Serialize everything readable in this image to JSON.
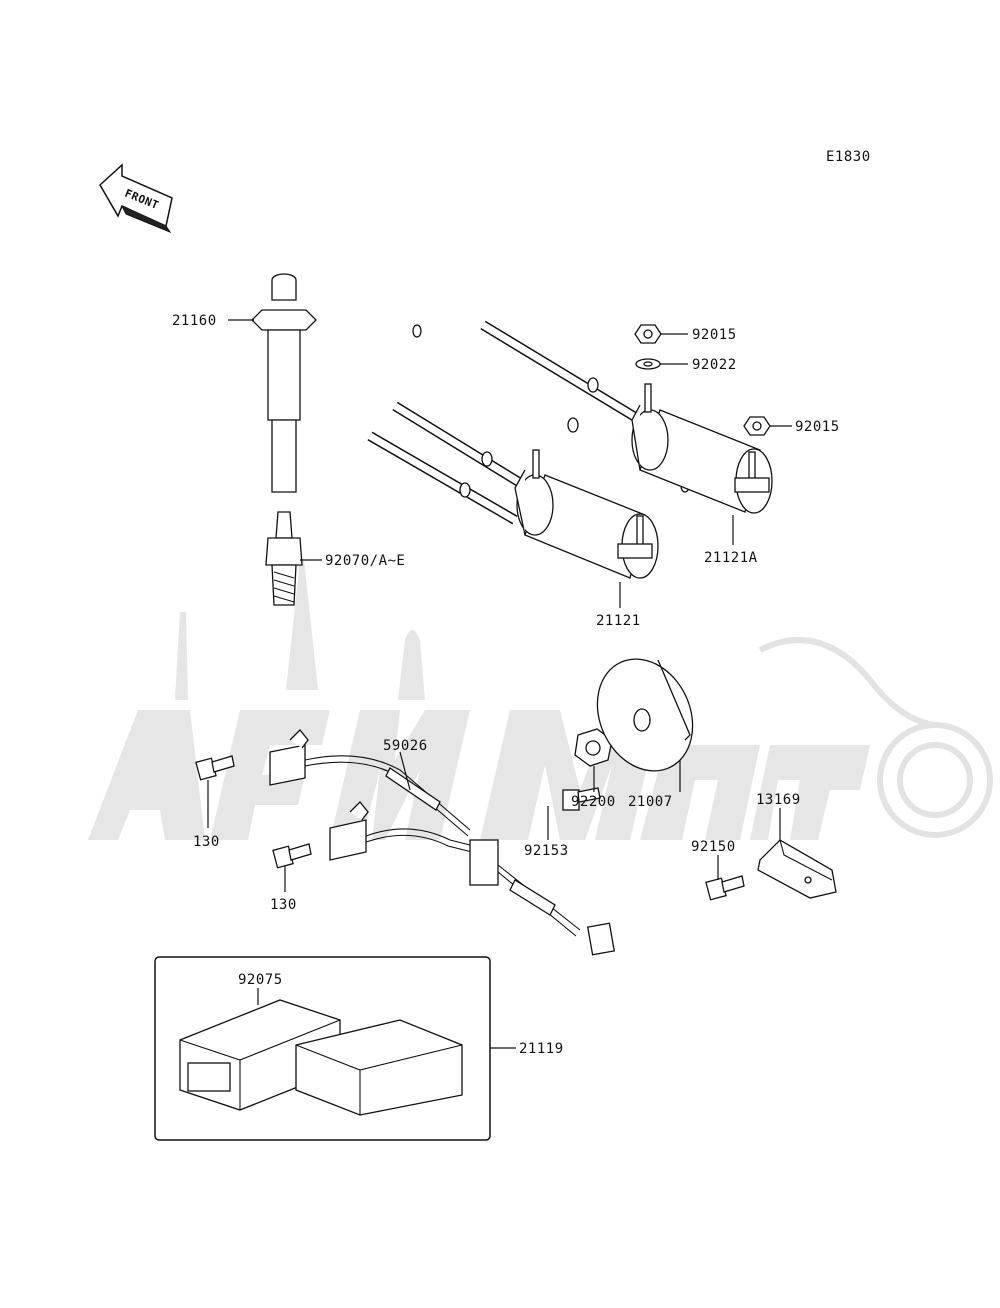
{
  "diagram_code": "E1830",
  "front_label": "FRONT",
  "parts": {
    "p21160": "21160",
    "p92070": "92070/A~E",
    "p92015a": "92015",
    "p92022": "92022",
    "p92015b": "92015",
    "p21121A": "21121A",
    "p21121": "21121",
    "p59026": "59026",
    "p130a": "130",
    "p130b": "130",
    "p92153": "92153",
    "p92200": "92200",
    "p21007": "21007",
    "p13169": "13169",
    "p92150": "92150",
    "p92075": "92075",
    "p21119": "21119"
  }
}
